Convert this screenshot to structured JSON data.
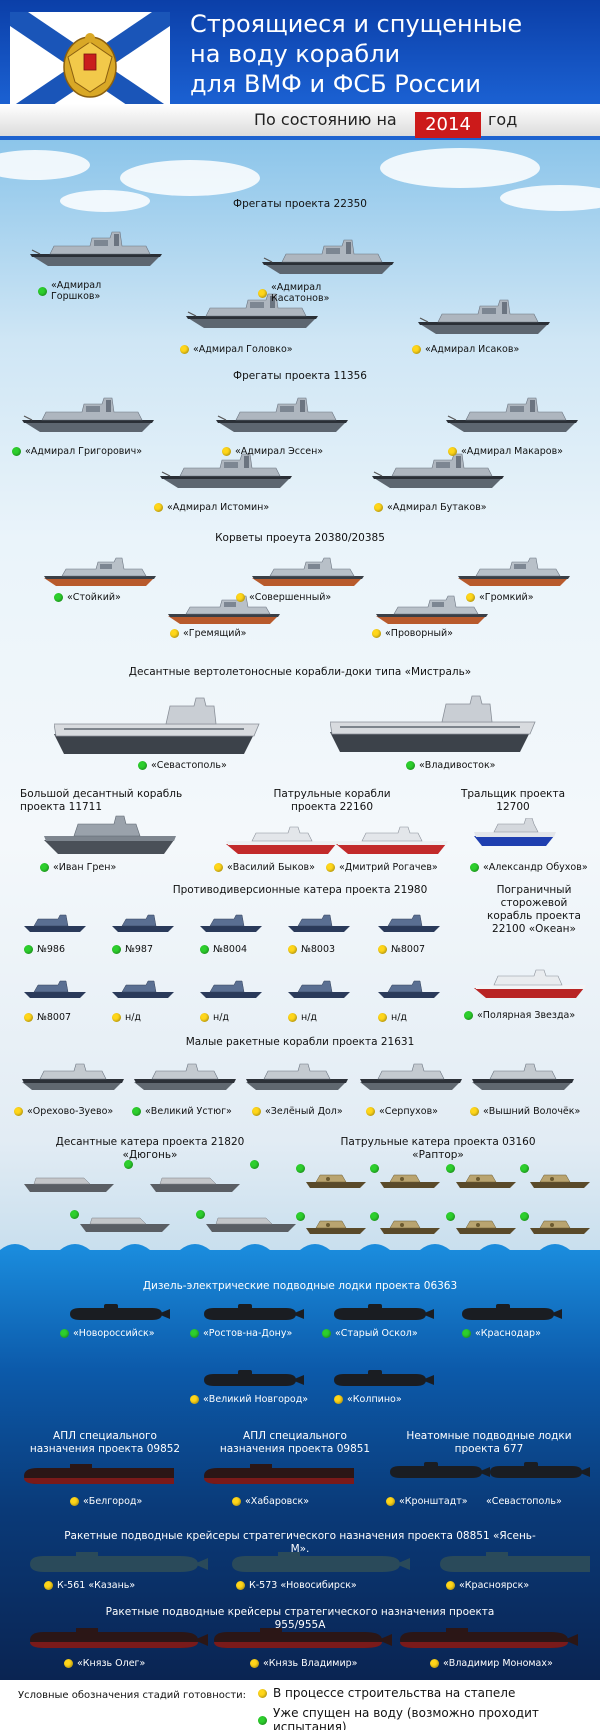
{
  "header": {
    "line1": "Строящиеся и спущенные",
    "line2": "на воду корабли",
    "line3": "для ВМФ и ФСБ России",
    "status_prefix": "По состоянию на",
    "year": "2014",
    "status_suffix": "год"
  },
  "colors": {
    "built": "#ffd61a",
    "launched": "#2dcf2d",
    "header": "#1a5fd0",
    "year": "#cc1a1a"
  },
  "sections": {
    "s22350": "Фрегаты проекта 22350",
    "s11356": "Фрегаты проекта 11356",
    "s20380": "Корветы проеута 20380/20385",
    "mistral": "Десантные вертолетоносные корабли-доки типа «Мистраль»",
    "s11711": "Большой десантный корабль проекта 11711",
    "s22160": "Патрульные корабли проекта 22160",
    "s12700": "Тральщик проекта 12700",
    "s21980": "Противодиверсионные катера проекта 21980",
    "s22100": "Пограничный сторожевой корабль проекта 22100 «Океан»",
    "s21631": "Малые ракетные корабли проекта 21631",
    "s21820": "Десантные катера проекта 21820 «Дюгонь»",
    "s03160": "Патрульные катера проекта 03160 «Раптор»",
    "s06363": "Дизель-электрические подводные лодки проекта 06363",
    "s09852": "АПЛ специального назначения проекта 09852",
    "s09851": "АПЛ специального назначения проекта 09851",
    "s677": "Неатомные подводные лодки проекта 677",
    "s08851": "Ракетные подводные крейсеры стратегического назначения проекта 08851 «Ясень-М».",
    "s955": "Ракетные подводные крейсеры стратегического назначения проекта 955/955А"
  },
  "ships": {
    "gorshkov": "«Адмирал Горшков»",
    "kasatonov": "«Адмирал Касатонов»",
    "golovko": "«Адмирал Головко»",
    "isakov": "«Адмирал Исаков»",
    "grigorovich": "«Адмирал Григорович»",
    "essen": "«Адмирал Эссен»",
    "makarov": "«Адмирал Макаров»",
    "istomin": "«Адмирал Истомин»",
    "butakov": "«Адмирал Бутаков»",
    "stoykiy": "«Стойкий»",
    "sovershenny": "«Совершенный»",
    "gromkiy": "«Громкий»",
    "gremyashchiy": "«Гремящий»",
    "provorny": "«Проворный»",
    "sevastopol": "«Севастополь»",
    "vladivostok": "«Владивосток»",
    "ivangren": "«Иван Грен»",
    "bykov": "«Василий Быков»",
    "rogachev": "«Дмитрий Рогачев»",
    "obukhov": "«Александр Обухов»",
    "n986": "№986",
    "n987": "№987",
    "n8004": "№8004",
    "n8003": "№8003",
    "n8007": "№8007",
    "n8007b": "№8007",
    "na1": "н/д",
    "na2": "н/д",
    "na3": "н/д",
    "na4": "н/д",
    "polyarnaya": "«Полярная Звезда»",
    "orekhovo": "«Орехово-Зуево»",
    "ustyug": "«Великий Устюг»",
    "zeleny": "«Зелёный Дол»",
    "serpukhov": "«Серпухов»",
    "volochek": "«Вышний Волочёк»",
    "novoross": "«Новороссийск»",
    "rostov": "«Ростов-на-Дону»",
    "oskol": "«Старый Оскол»",
    "krasnodar": "«Краснодар»",
    "novgorod": "«Великий Новгород»",
    "kolpino": "«Колпино»",
    "belgorod": "«Белгород»",
    "khabarovsk": "«Хабаровск»",
    "kronshtadt": "«Кронштадт»",
    "sevastopol2": "«Севастополь»",
    "kazan": "К-561 «Казань»",
    "novosibirsk": "К-573 «Новосибирск»",
    "krasnoyarsk": "«Красноярск»",
    "oleg": "«Князь Олег»",
    "vladimir": "«Князь Владимир»",
    "monomakh": "«Владимир Мономах»"
  },
  "legend": {
    "title": "Условные обозначения стадий готовности:",
    "built": "В процессе строительства на стапеле",
    "launched": "Уже спущен на воду (возможно проходит испытания)"
  }
}
